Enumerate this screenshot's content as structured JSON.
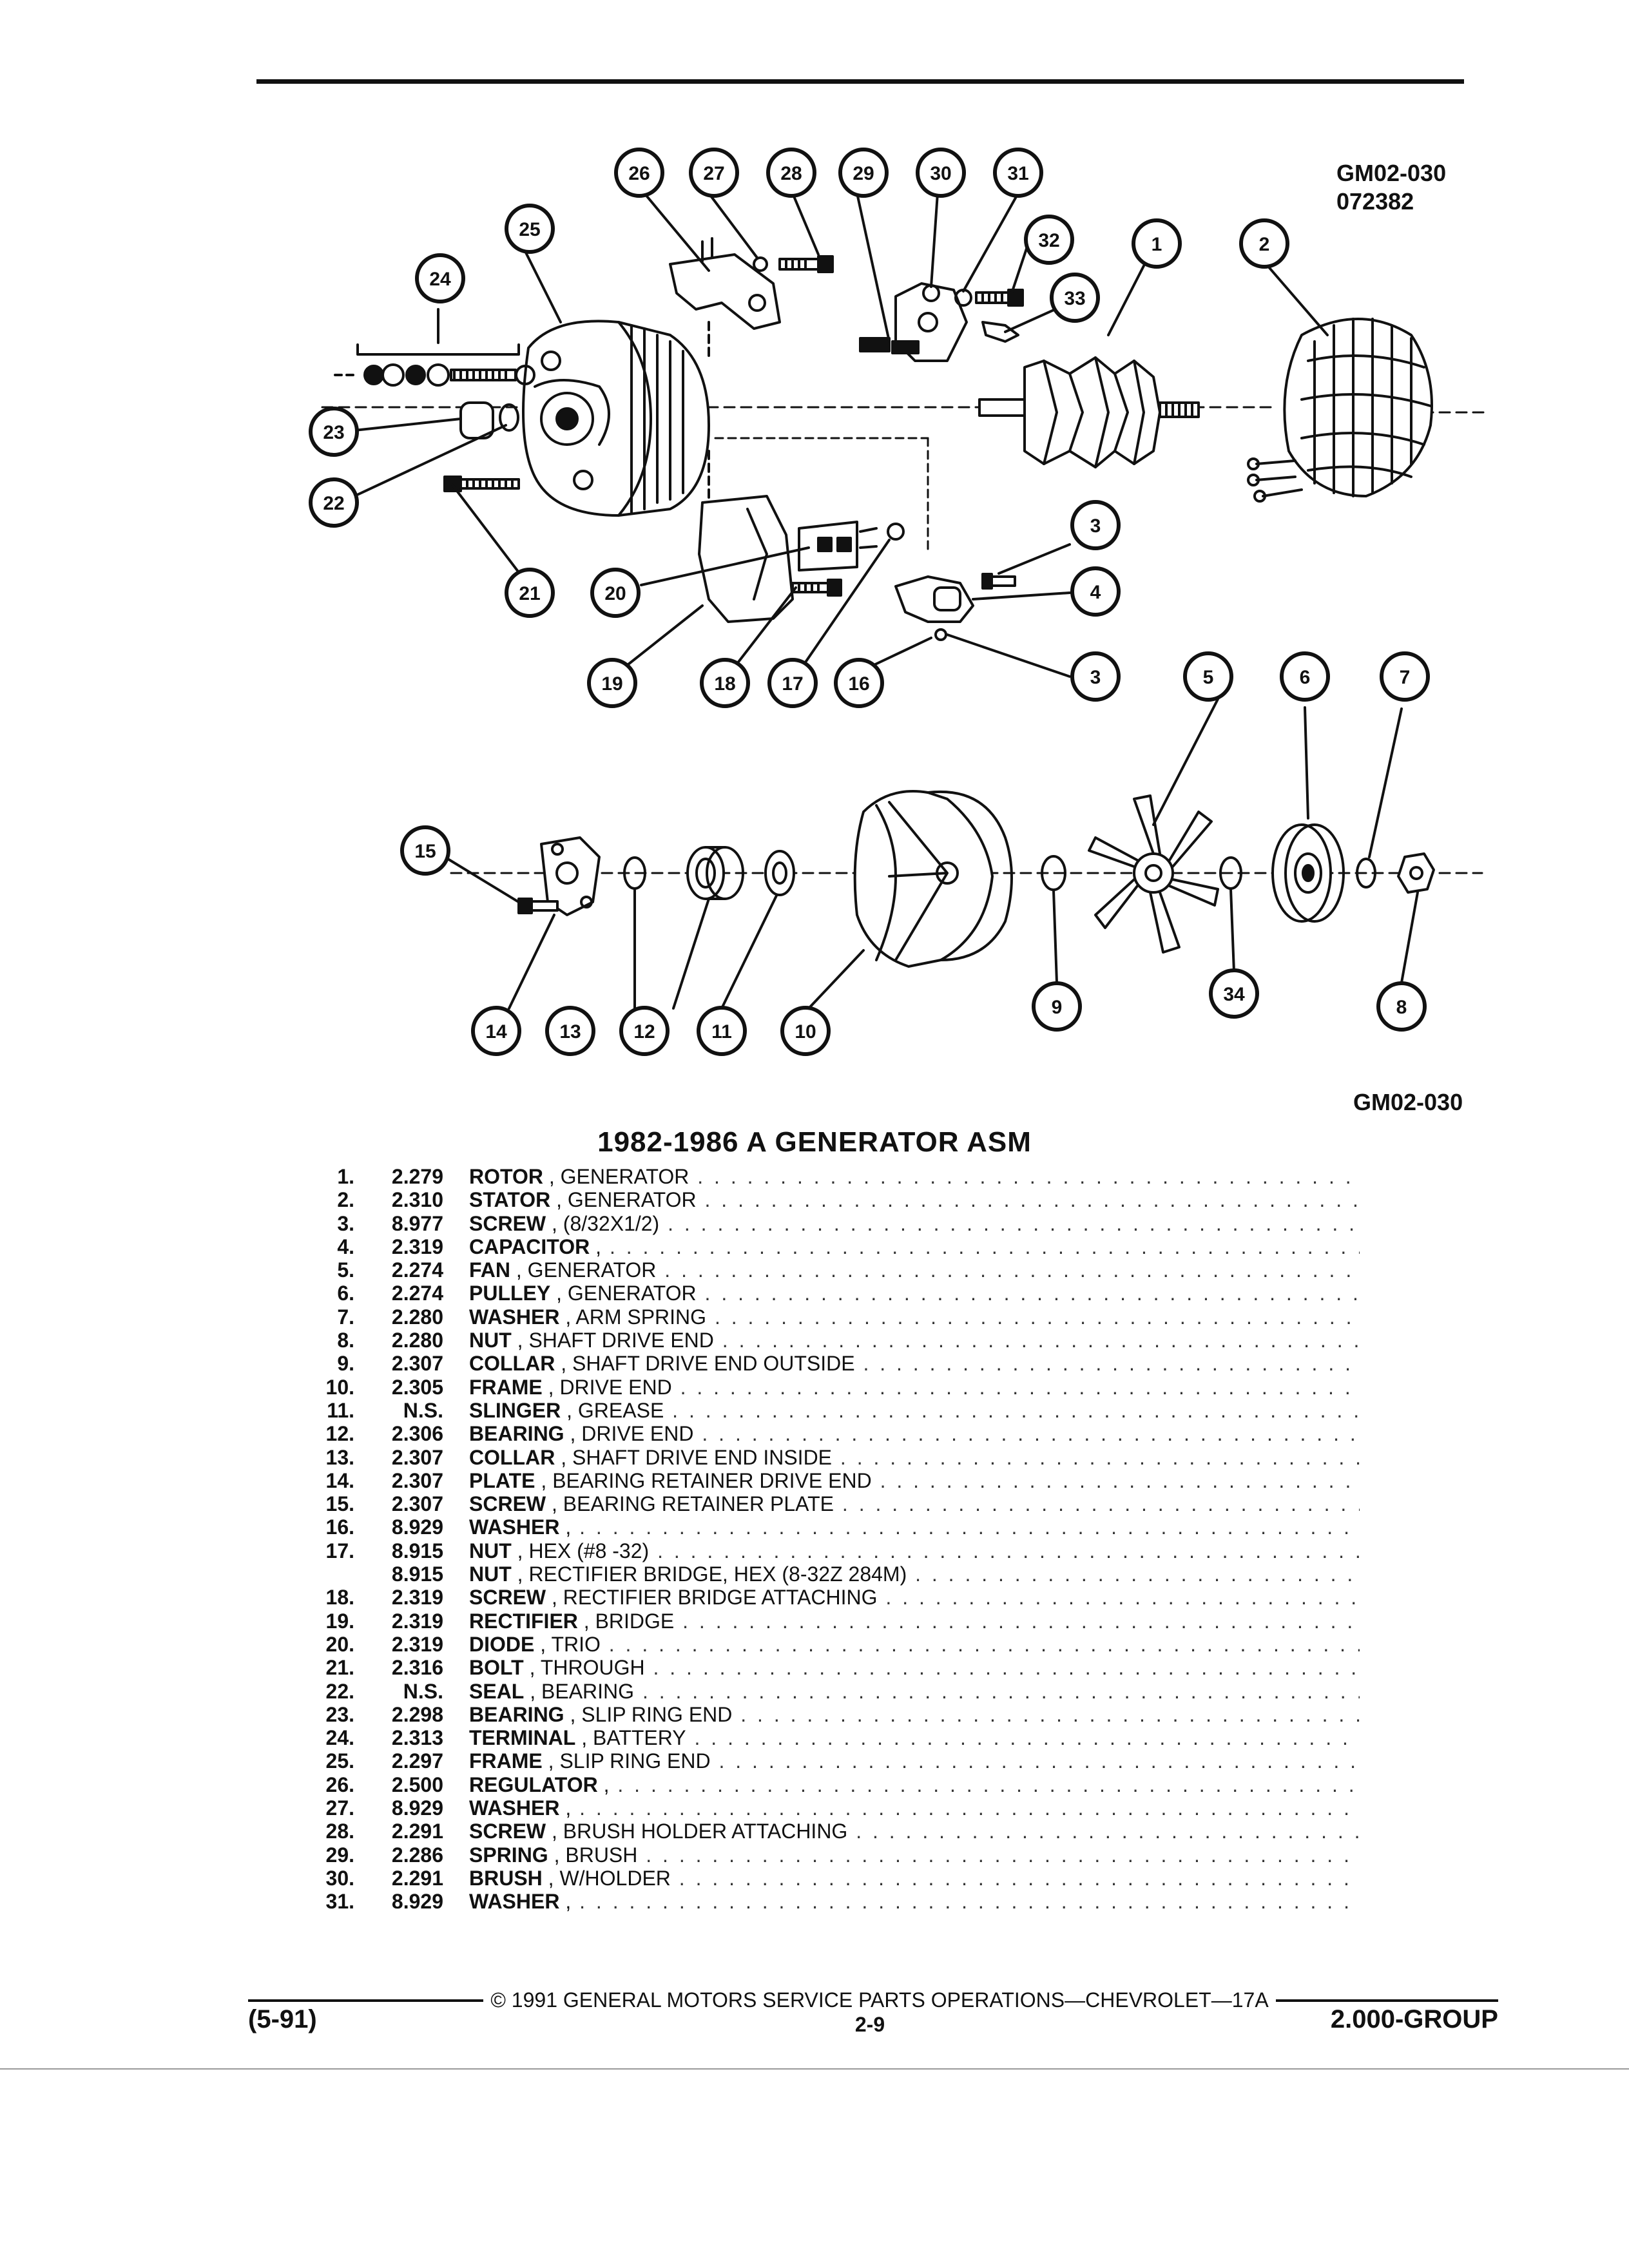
{
  "figure": {
    "code_top": "GM02-030",
    "date_code": "072382",
    "code_bottom": "GM02-030",
    "callouts": [
      "1",
      "2",
      "3",
      "3",
      "4",
      "5",
      "6",
      "7",
      "8",
      "9",
      "10",
      "11",
      "12",
      "13",
      "14",
      "15",
      "16",
      "17",
      "18",
      "19",
      "20",
      "21",
      "22",
      "23",
      "24",
      "25",
      "26",
      "27",
      "28",
      "29",
      "30",
      "31",
      "32",
      "33",
      "34"
    ]
  },
  "title": "1982-1986 A GENERATOR ASM",
  "parts": [
    {
      "num": "1.",
      "group": "2.279",
      "name": "ROTOR",
      "detail": ", GENERATOR"
    },
    {
      "num": "2.",
      "group": "2.310",
      "name": "STATOR",
      "detail": ", GENERATOR"
    },
    {
      "num": "3.",
      "group": "8.977",
      "name": "SCREW",
      "detail": ", (8/32X1/2)"
    },
    {
      "num": "4.",
      "group": "2.319",
      "name": "CAPACITOR",
      "detail": ","
    },
    {
      "num": "5.",
      "group": "2.274",
      "name": "FAN",
      "detail": ", GENERATOR"
    },
    {
      "num": "6.",
      "group": "2.274",
      "name": "PULLEY",
      "detail": ", GENERATOR"
    },
    {
      "num": "7.",
      "group": "2.280",
      "name": "WASHER",
      "detail": ", ARM SPRING"
    },
    {
      "num": "8.",
      "group": "2.280",
      "name": "NUT",
      "detail": ", SHAFT DRIVE END"
    },
    {
      "num": "9.",
      "group": "2.307",
      "name": "COLLAR",
      "detail": ", SHAFT DRIVE END OUTSIDE"
    },
    {
      "num": "10.",
      "group": "2.305",
      "name": "FRAME",
      "detail": ", DRIVE END"
    },
    {
      "num": "11.",
      "group": "N.S.",
      "name": "SLINGER",
      "detail": ", GREASE"
    },
    {
      "num": "12.",
      "group": "2.306",
      "name": "BEARING",
      "detail": ", DRIVE END"
    },
    {
      "num": "13.",
      "group": "2.307",
      "name": "COLLAR",
      "detail": ", SHAFT DRIVE END INSIDE"
    },
    {
      "num": "14.",
      "group": "2.307",
      "name": "PLATE",
      "detail": ", BEARING RETAINER DRIVE END"
    },
    {
      "num": "15.",
      "group": "2.307",
      "name": "SCREW",
      "detail": ", BEARING RETAINER PLATE"
    },
    {
      "num": "16.",
      "group": "8.929",
      "name": "WASHER",
      "detail": ","
    },
    {
      "num": "17.",
      "group": "8.915",
      "name": "NUT",
      "detail": ", HEX (#8 -32)"
    },
    {
      "num": "",
      "group": "8.915",
      "name": "NUT",
      "detail": ", RECTIFIER BRIDGE, HEX (8-32Z 284M)"
    },
    {
      "num": "18.",
      "group": "2.319",
      "name": "SCREW",
      "detail": ", RECTIFIER BRIDGE ATTACHING"
    },
    {
      "num": "19.",
      "group": "2.319",
      "name": "RECTIFIER",
      "detail": ", BRIDGE"
    },
    {
      "num": "20.",
      "group": "2.319",
      "name": "DIODE",
      "detail": ", TRIO"
    },
    {
      "num": "21.",
      "group": "2.316",
      "name": "BOLT",
      "detail": ", THROUGH"
    },
    {
      "num": "22.",
      "group": "N.S.",
      "name": "SEAL",
      "detail": ", BEARING"
    },
    {
      "num": "23.",
      "group": "2.298",
      "name": "BEARING",
      "detail": ", SLIP RING END"
    },
    {
      "num": "24.",
      "group": "2.313",
      "name": "TERMINAL",
      "detail": ", BATTERY"
    },
    {
      "num": "25.",
      "group": "2.297",
      "name": "FRAME",
      "detail": ", SLIP RING END"
    },
    {
      "num": "26.",
      "group": "2.500",
      "name": "REGULATOR",
      "detail": ","
    },
    {
      "num": "27.",
      "group": "8.929",
      "name": "WASHER",
      "detail": ","
    },
    {
      "num": "28.",
      "group": "2.291",
      "name": "SCREW",
      "detail": ", BRUSH HOLDER ATTACHING"
    },
    {
      "num": "29.",
      "group": "2.286",
      "name": "SPRING",
      "detail": ", BRUSH"
    },
    {
      "num": "30.",
      "group": "2.291",
      "name": "BRUSH",
      "detail": ", W/HOLDER"
    },
    {
      "num": "31.",
      "group": "8.929",
      "name": "WASHER",
      "detail": ","
    }
  ],
  "footer": {
    "revision": "(5-91)",
    "copyright": "© 1991 GENERAL MOTORS SERVICE PARTS OPERATIONS—CHEVROLET—17A",
    "page": "2-9",
    "group": "2.000-GROUP"
  }
}
